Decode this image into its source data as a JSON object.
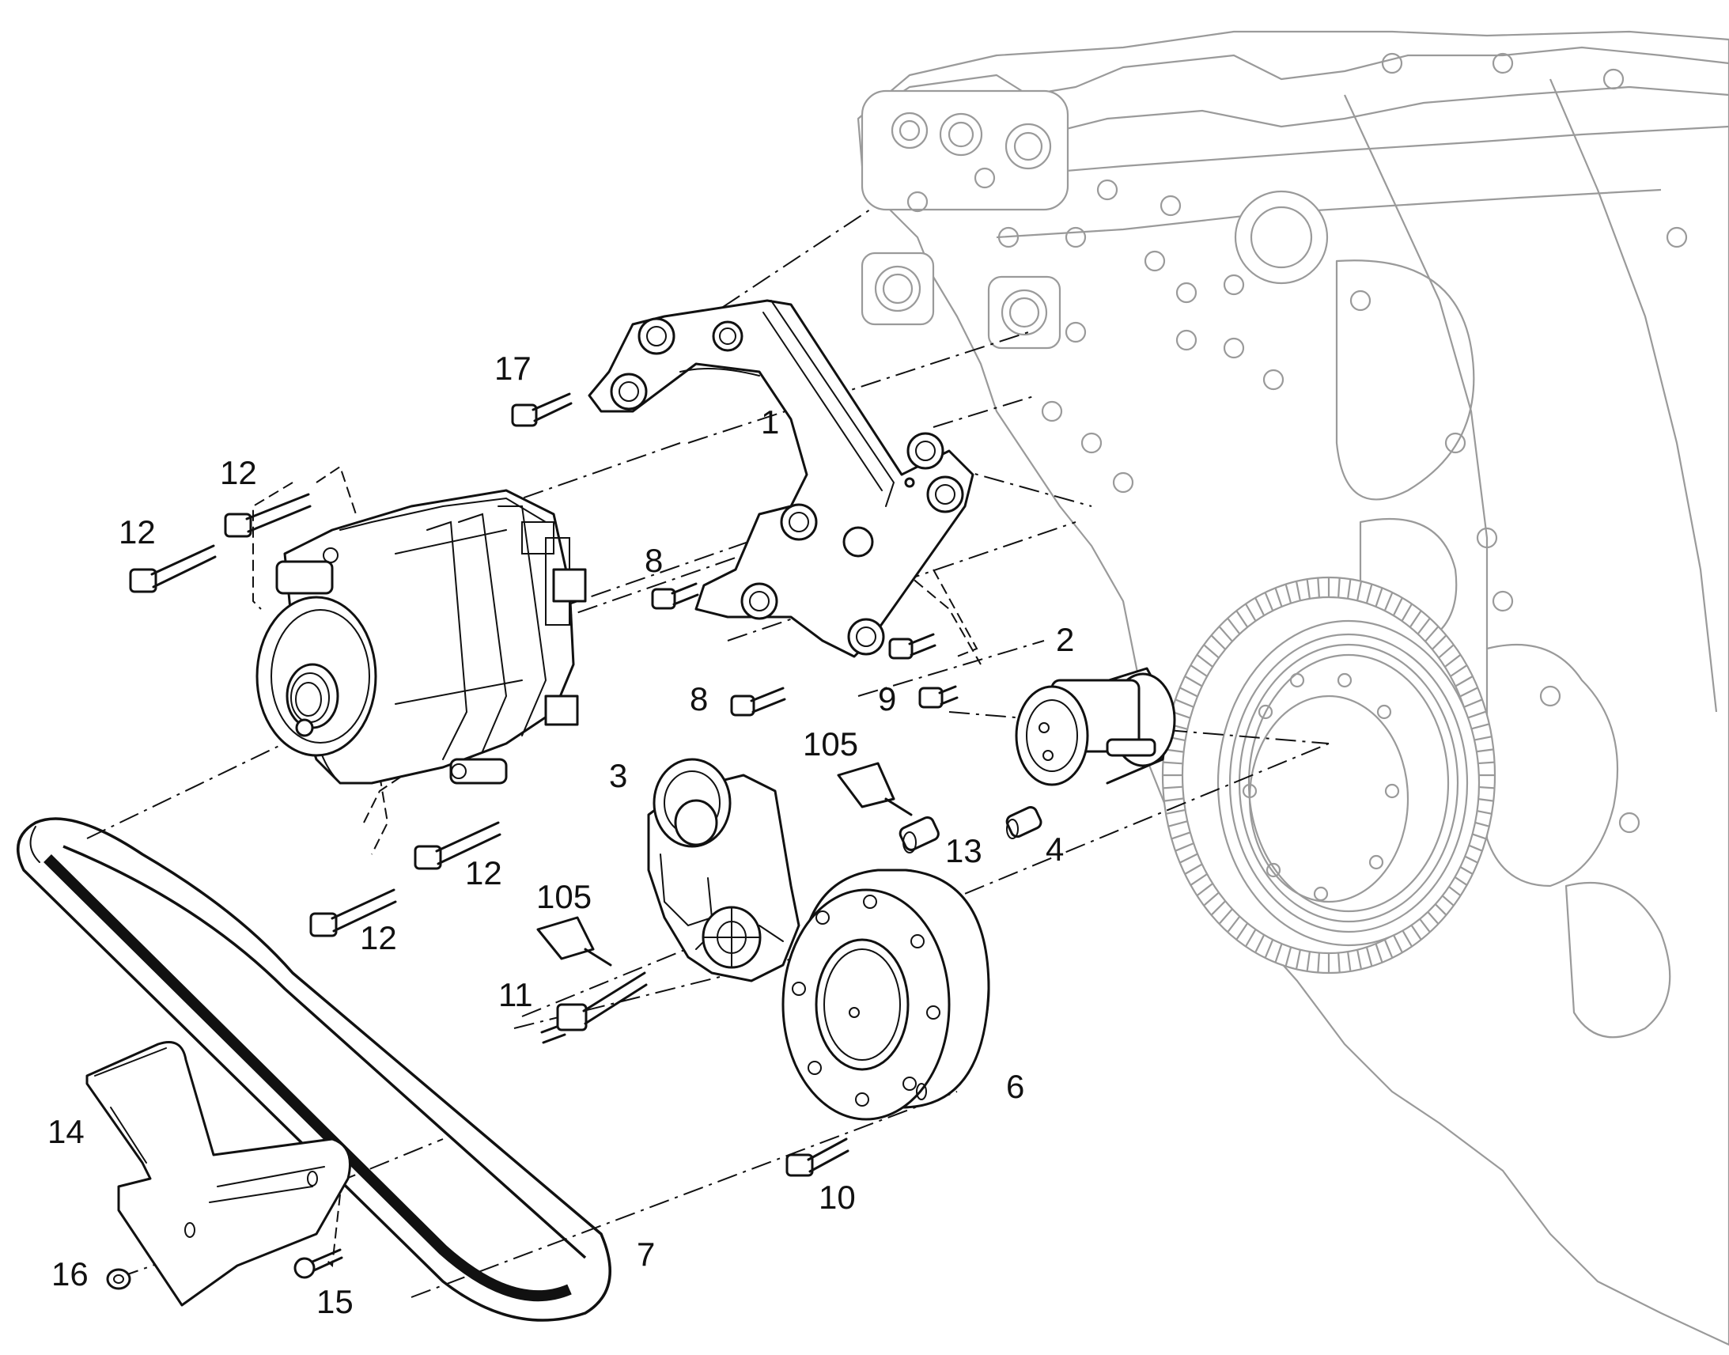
{
  "callouts": {
    "c1": "1",
    "c2": "2",
    "c3": "3",
    "c4": "4",
    "c6": "6",
    "c7": "7",
    "c8a": "8",
    "c8b": "8",
    "c9": "9",
    "c10": "10",
    "c11": "11",
    "c12a": "12",
    "c12b": "12",
    "c12c": "12",
    "c12d": "12",
    "c13": "13",
    "c14": "14",
    "c15": "15",
    "c16": "16",
    "c17": "17",
    "c105a": "105",
    "c105b": "105"
  },
  "colors": {
    "line": "#111111",
    "background_engine": "#9a9a9a",
    "page": "#ffffff"
  }
}
